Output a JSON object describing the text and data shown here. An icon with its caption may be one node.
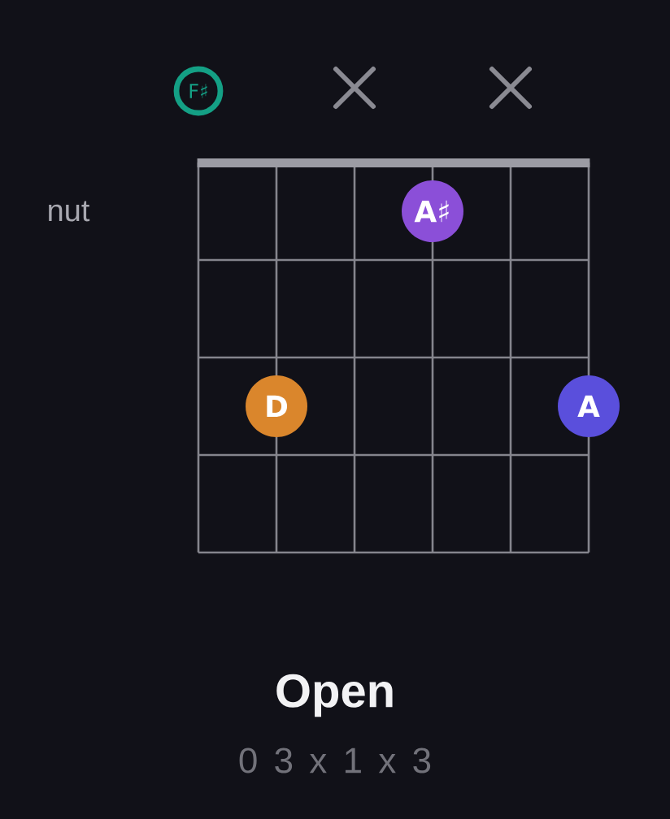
{
  "diagram": {
    "title": "Open",
    "nodes": [
      {
        "text": [
          "F♯"
        ]
      },
      {
        "text": [],
        "shape": "cross"
      },
      {
        "text": [],
        "shape": "cross"
      },
      {
        "text": [
          "A♯"
        ]
      },
      {
        "text": [
          "D"
        ]
      },
      {
        "text": [
          "A"
        ]
      }
    ],
    "labels": [
      "nut",
      "0 3 x 1 x 3"
    ]
  }
}
